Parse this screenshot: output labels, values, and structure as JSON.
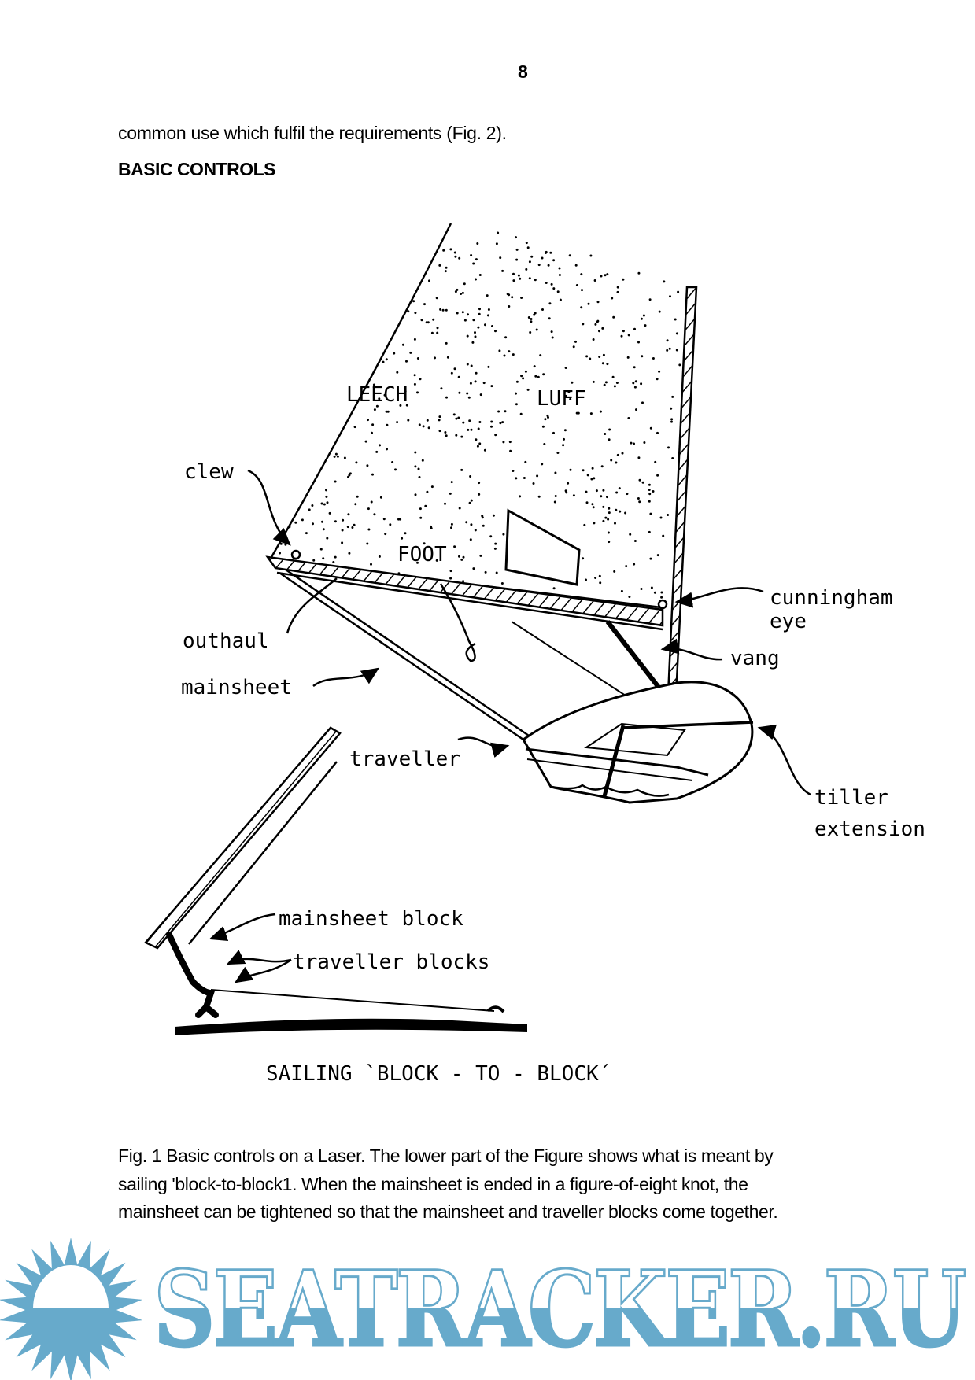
{
  "page": {
    "number": "8",
    "body_text": "common use which fulfil the requirements (Fig. 2).",
    "section_heading": "BASIC CONTROLS"
  },
  "figure": {
    "sail_labels": {
      "leech": "LEECH",
      "luff": "LUFF",
      "foot": "FOOT"
    },
    "callouts": {
      "clew": "clew",
      "outhaul": "outhaul",
      "mainsheet": "mainsheet",
      "traveller": "traveller",
      "cunningham_line1": "cunningham",
      "cunningham_line2": "eye",
      "vang": "vang",
      "tiller_line1": "tiller",
      "tiller_line2": "extension"
    },
    "inset": {
      "mainsheet_block": "mainsheet block",
      "traveller_blocks": "traveller blocks",
      "title": "SAILING `BLOCK - TO - BLOCK´"
    }
  },
  "caption": {
    "lines": [
      "Fig. 1 Basic controls on a Laser. The lower part of the Figure shows what is meant by",
      "sailing 'block-to-block1. When the mainsheet is ended in a figure-of-eight knot, the",
      "mainsheet can be tightened so that the mainsheet and traveller blocks come together."
    ]
  },
  "watermark": {
    "text": "SEATRACKER.RU",
    "logo_icon": "sun-over-sea-icon",
    "color": "#67AACB"
  }
}
